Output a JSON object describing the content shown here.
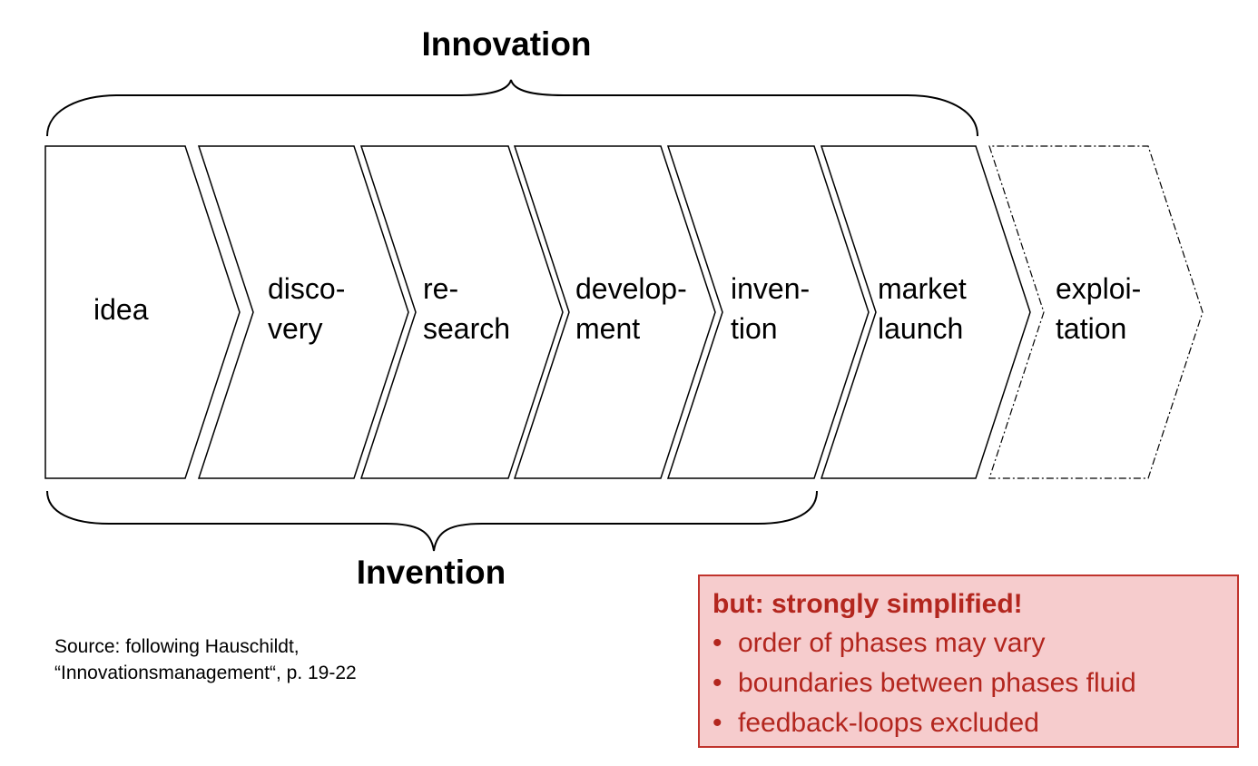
{
  "title_top": "Innovation",
  "title_bottom": "Invention",
  "phases": [
    {
      "line1": "idea",
      "line2": ""
    },
    {
      "line1": "disco-",
      "line2": "very"
    },
    {
      "line1": "re-",
      "line2": "search"
    },
    {
      "line1": "develop-",
      "line2": "ment"
    },
    {
      "line1": "inven-",
      "line2": "tion"
    },
    {
      "line1": "market",
      "line2": "launch"
    },
    {
      "line1": "exploi-",
      "line2": "tation"
    }
  ],
  "source": {
    "line1": "Source: following Hauschildt,",
    "line2": "“Innovationsmanagement“, p. 19-22"
  },
  "note": {
    "title": "but: strongly simplified!",
    "items": [
      "order of phases may vary",
      "boundaries between phases fluid",
      "feedback-loops excluded"
    ],
    "bullet": "•"
  },
  "colors": {
    "note_bg": "#f6cccd",
    "note_border": "#c0332c",
    "note_text": "#b3261e"
  }
}
